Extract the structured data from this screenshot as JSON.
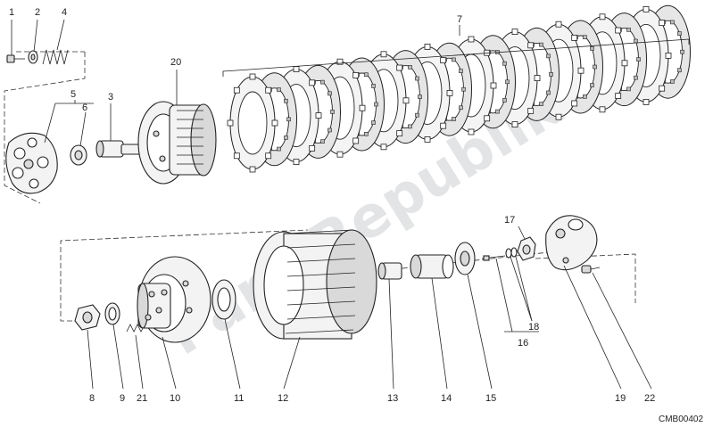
{
  "diagram": {
    "watermark": "PartsRepublik",
    "reference_code": "CMB00402",
    "callouts": {
      "c1": "1",
      "c2": "2",
      "c3": "3",
      "c4": "4",
      "c5": "5",
      "c6": "6",
      "c7": "7",
      "c8": "8",
      "c9": "9",
      "c10": "10",
      "c11": "11",
      "c12": "12",
      "c13": "13",
      "c14": "14",
      "c15": "15",
      "c16": "16",
      "c17": "17",
      "c18": "18",
      "c19": "19",
      "c20": "20",
      "c21": "21",
      "c22": "22"
    }
  }
}
